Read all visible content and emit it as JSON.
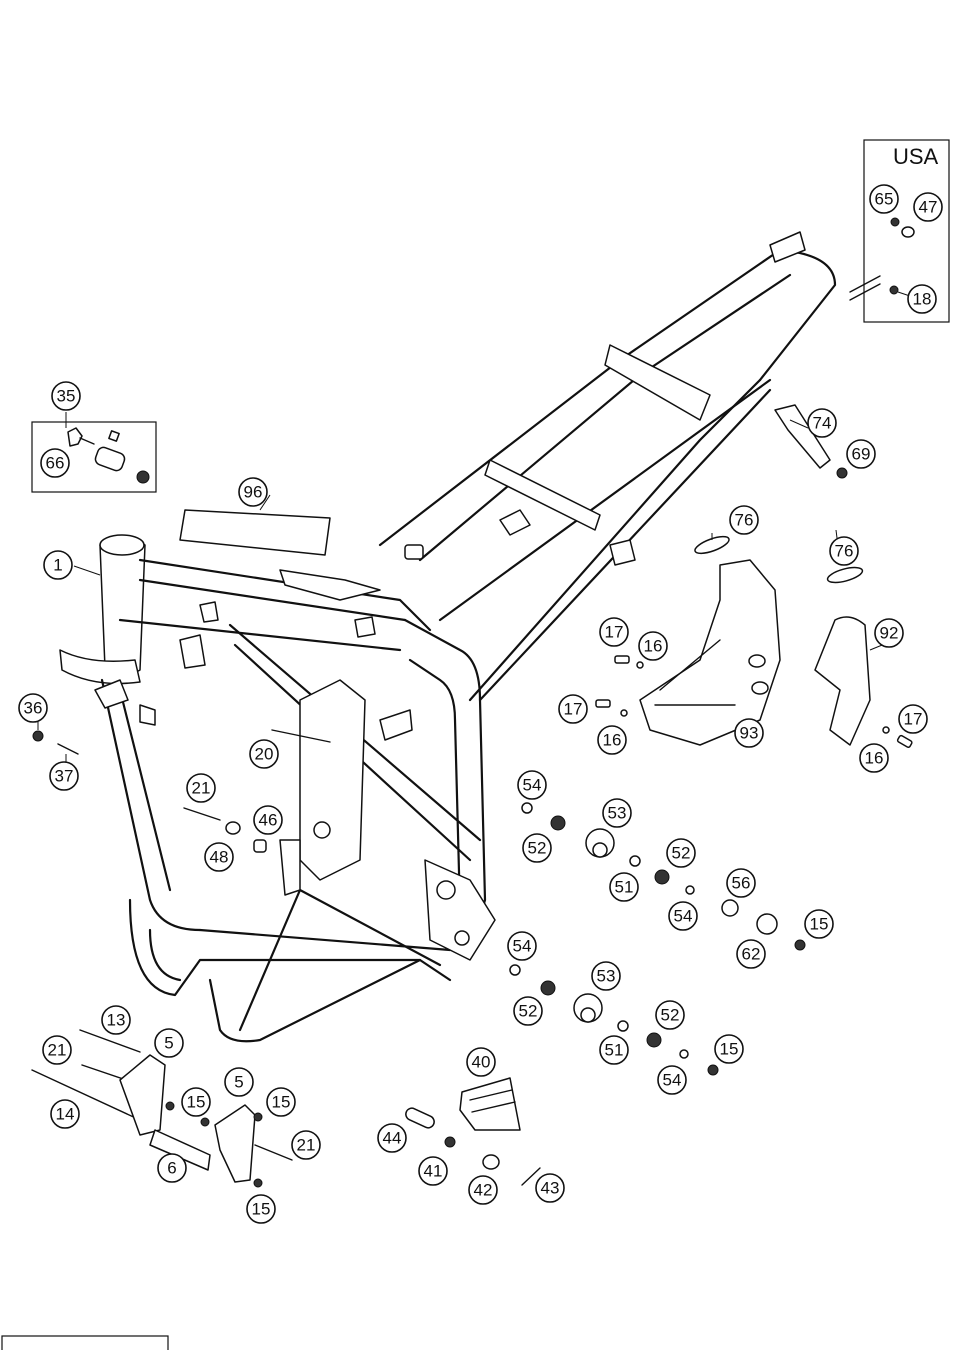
{
  "usa_box": {
    "label": "USA"
  },
  "code_label": "",
  "callouts": [
    {
      "id": "c1",
      "num": "1"
    },
    {
      "id": "c35",
      "num": "35"
    },
    {
      "id": "c66",
      "num": "66"
    },
    {
      "id": "c96",
      "num": "96"
    },
    {
      "id": "c36",
      "num": "36"
    },
    {
      "id": "c37",
      "num": "37"
    },
    {
      "id": "c20",
      "num": "20"
    },
    {
      "id": "c21a",
      "num": "21"
    },
    {
      "id": "c46",
      "num": "46"
    },
    {
      "id": "c48",
      "num": "48"
    },
    {
      "id": "c65",
      "num": "65"
    },
    {
      "id": "c47",
      "num": "47"
    },
    {
      "id": "c18",
      "num": "18"
    },
    {
      "id": "c74",
      "num": "74"
    },
    {
      "id": "c69",
      "num": "69"
    },
    {
      "id": "c76a",
      "num": "76"
    },
    {
      "id": "c76b",
      "num": "76"
    },
    {
      "id": "c92",
      "num": "92"
    },
    {
      "id": "c17a",
      "num": "17"
    },
    {
      "id": "c16a",
      "num": "16"
    },
    {
      "id": "c17b",
      "num": "17"
    },
    {
      "id": "c16b",
      "num": "16"
    },
    {
      "id": "c93",
      "num": "93"
    },
    {
      "id": "c17c",
      "num": "17"
    },
    {
      "id": "c16c",
      "num": "16"
    },
    {
      "id": "c54a",
      "num": "54"
    },
    {
      "id": "c53a",
      "num": "53"
    },
    {
      "id": "c52a",
      "num": "52"
    },
    {
      "id": "c52b",
      "num": "52"
    },
    {
      "id": "c51a",
      "num": "51"
    },
    {
      "id": "c56",
      "num": "56"
    },
    {
      "id": "c54b",
      "num": "54"
    },
    {
      "id": "c15a",
      "num": "15"
    },
    {
      "id": "c62",
      "num": "62"
    },
    {
      "id": "c54c",
      "num": "54"
    },
    {
      "id": "c53b",
      "num": "53"
    },
    {
      "id": "c52c",
      "num": "52"
    },
    {
      "id": "c52d",
      "num": "52"
    },
    {
      "id": "c51b",
      "num": "51"
    },
    {
      "id": "c15b",
      "num": "15"
    },
    {
      "id": "c54d",
      "num": "54"
    },
    {
      "id": "c13",
      "num": "13"
    },
    {
      "id": "c5a",
      "num": "5"
    },
    {
      "id": "c21b",
      "num": "21"
    },
    {
      "id": "c14",
      "num": "14"
    },
    {
      "id": "c15c",
      "num": "15"
    },
    {
      "id": "c5b",
      "num": "5"
    },
    {
      "id": "c15d",
      "num": "15"
    },
    {
      "id": "c6",
      "num": "6"
    },
    {
      "id": "c21c",
      "num": "21"
    },
    {
      "id": "c15e",
      "num": "15"
    },
    {
      "id": "c40",
      "num": "40"
    },
    {
      "id": "c44",
      "num": "44"
    },
    {
      "id": "c41",
      "num": "41"
    },
    {
      "id": "c42",
      "num": "42"
    },
    {
      "id": "c43",
      "num": "43"
    }
  ]
}
